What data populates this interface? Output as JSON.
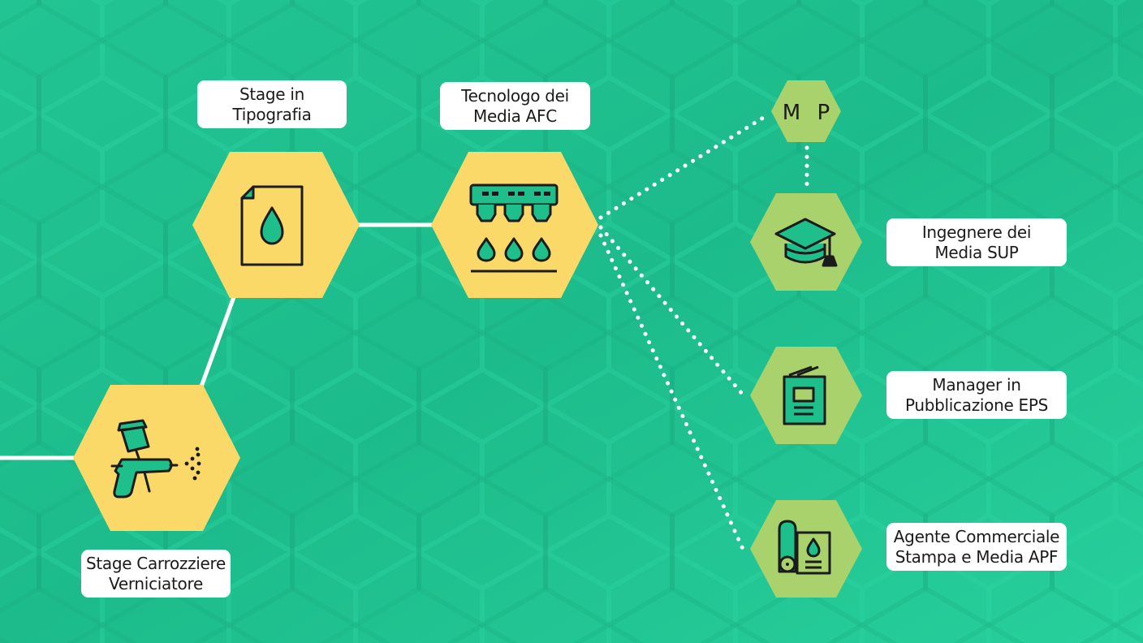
{
  "colors": {
    "background": "#1fc08f",
    "background_light": "#2ad39e",
    "hex_yellow": "#fbd968",
    "hex_lime": "#a9d26c",
    "icon_fill": "#1fbf8c",
    "outline": "#1b1b1b",
    "connector": "#ffffff"
  },
  "nodes": {
    "stage_carrozziere": {
      "icon": "spray-gun-icon",
      "label_line1": "Stage Carrozziere",
      "label_line2": "Verniciatore"
    },
    "stage_tipografia": {
      "icon": "document-drop-icon",
      "label_line1": "Stage in",
      "label_line2": "Tipografia"
    },
    "tecnologo": {
      "icon": "printhead-icon",
      "label_line1": "Tecnologo dei",
      "label_line2": "Media AFC"
    },
    "mp": {
      "label": "M P"
    },
    "ingegnere": {
      "icon": "graduation-cap-icon",
      "label_line1": "Ingegnere dei",
      "label_line2": "Media SUP"
    },
    "manager": {
      "icon": "book-icon",
      "label_line1": "Manager in",
      "label_line2": "Pubblicazione EPS"
    },
    "agente": {
      "icon": "paper-roll-icon",
      "label_line1": "Agente Commerciale",
      "label_line2": "Stampa e Media APF"
    }
  }
}
